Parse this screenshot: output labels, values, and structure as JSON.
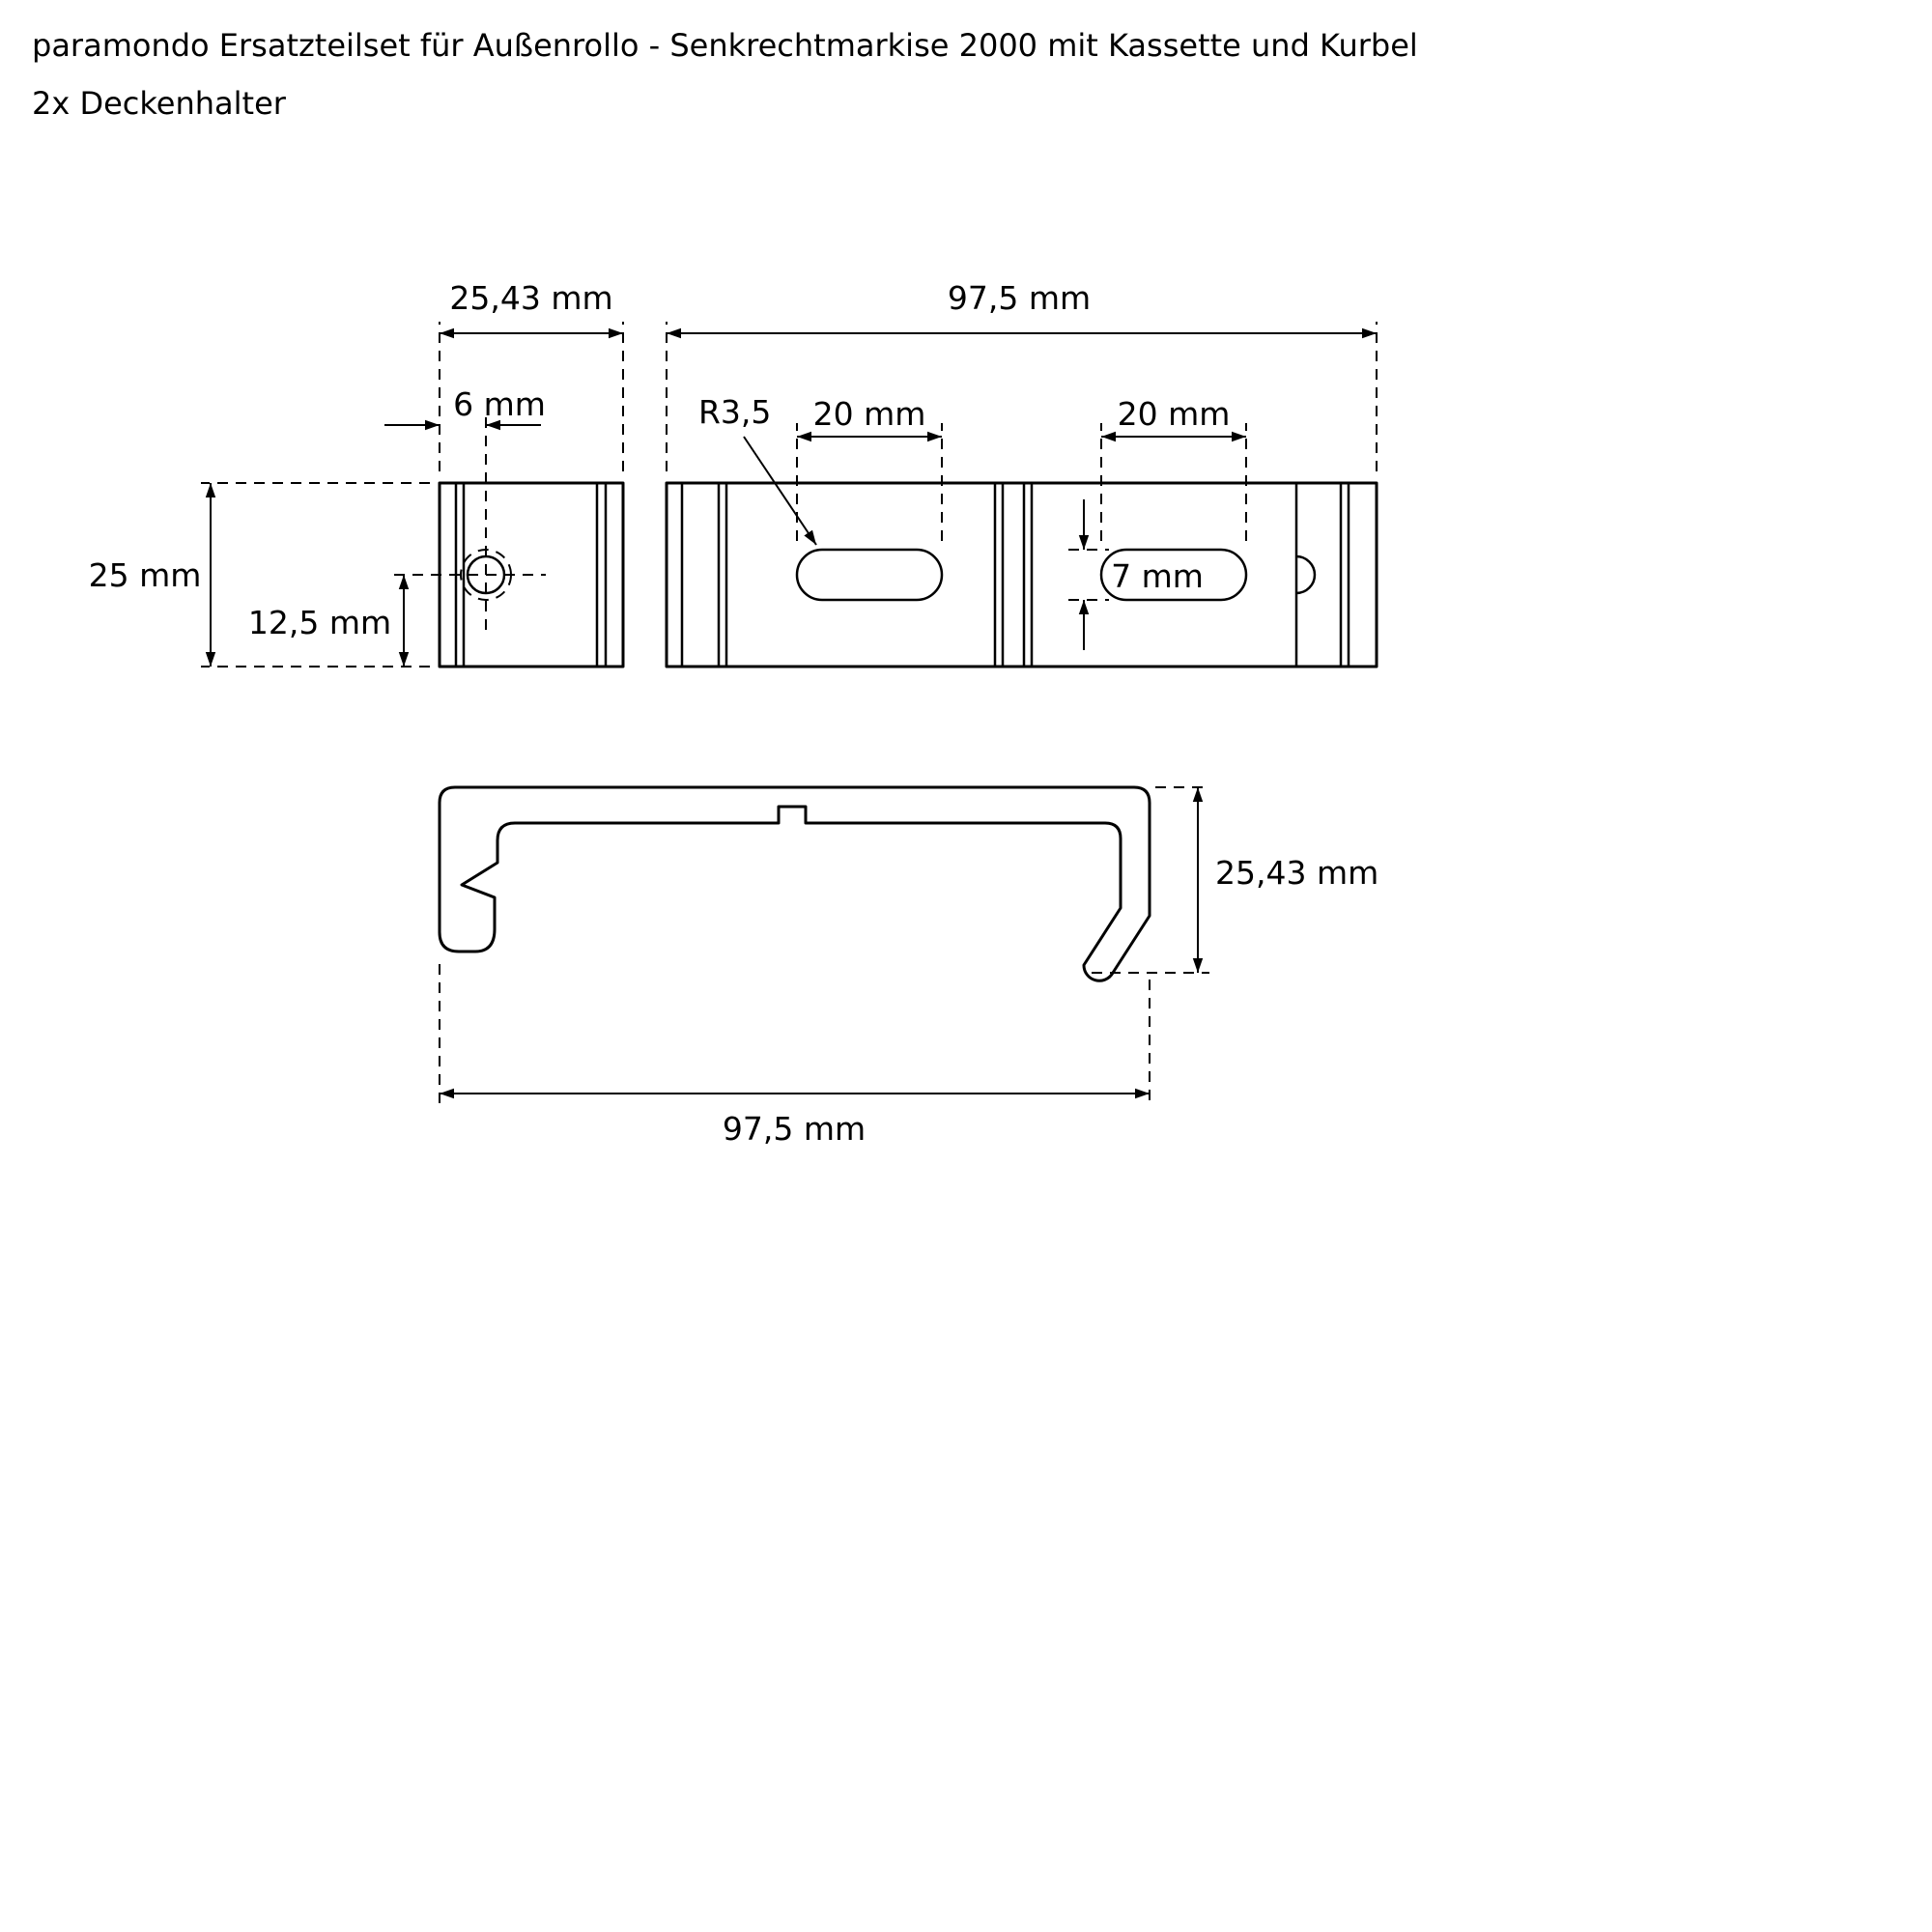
{
  "title": {
    "line1": "paramondo Ersatzteilset für Außenrollo - Senkrechtmarkise 2000 mit Kassette und Kurbel",
    "line2": "2x Deckenhalter"
  },
  "views": {
    "side": {
      "dim_width": "25,43 mm",
      "dim_hole_offset": "6 mm",
      "dim_height": "25 mm",
      "dim_hole_from_bottom": "12,5 mm"
    },
    "front": {
      "dim_width": "97,5 mm",
      "dim_slot_radius": "R3,5",
      "dim_slot1_length": "20 mm",
      "dim_slot2_length": "20 mm",
      "dim_slot_height": "7 mm"
    },
    "profile": {
      "dim_height": "25,43 mm",
      "dim_width": "97,5 mm"
    }
  },
  "colors": {
    "line": "#000000",
    "background": "#ffffff"
  }
}
